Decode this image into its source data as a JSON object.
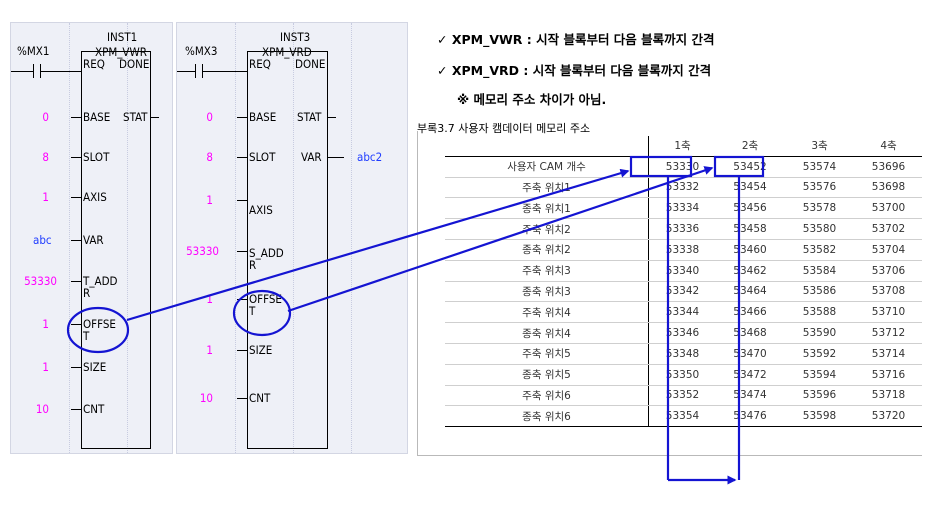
{
  "notes": [
    "✓ XPM_VWR : 시작 블록부터 다음 블록까지 간격",
    "✓ XPM_VRD : 시작 블록부터 다음 블록까지 간격",
    "※ 메모리 주소 차이가 아님."
  ],
  "ladder1": {
    "instance": "INST1",
    "contact": "%MX1",
    "fb_name": "XPM_VWR",
    "req": "REQ",
    "done": "DONE",
    "inputs": [
      {
        "name": "BASE",
        "value": "0"
      },
      {
        "name": "SLOT",
        "value": "8"
      },
      {
        "name": "AXIS",
        "value": "1"
      },
      {
        "name": "VAR",
        "value": "abc"
      },
      {
        "name": "T_ADD",
        "name2": "R",
        "value": "53330"
      },
      {
        "name": "OFFSE",
        "name2": "T",
        "value": "1"
      },
      {
        "name": "SIZE",
        "value": "1"
      },
      {
        "name": "CNT",
        "value": "10"
      }
    ],
    "outputs": [
      {
        "name": "STAT"
      }
    ]
  },
  "ladder2": {
    "instance": "INST3",
    "contact": "%MX3",
    "fb_name": "XPM_VRD",
    "req": "REQ",
    "done": "DONE",
    "inputs": [
      {
        "name": "BASE",
        "value": "0"
      },
      {
        "name": "SLOT",
        "value": "8"
      },
      {
        "name": "AXIS",
        "value": "1"
      },
      {
        "name": "S_ADD",
        "name2": "R",
        "value": "53330"
      },
      {
        "name": "OFFSE",
        "name2": "T",
        "value": "1"
      },
      {
        "name": "SIZE",
        "value": "1"
      },
      {
        "name": "CNT",
        "value": "10"
      }
    ],
    "outputs": [
      {
        "name": "STAT"
      },
      {
        "name": "VAR",
        "value": "abc2"
      }
    ]
  },
  "table": {
    "caption": "부록3.7 사용자 캠데이터 메모리 주소",
    "headers": [
      "",
      "1축",
      "2축",
      "3축",
      "4축"
    ],
    "rows": [
      [
        "사용자 CAM 개수",
        "53330",
        "53452",
        "53574",
        "53696"
      ],
      [
        "주축 위치1",
        "53332",
        "53454",
        "53576",
        "53698"
      ],
      [
        "종축 위치1",
        "53334",
        "53456",
        "53578",
        "53700"
      ],
      [
        "주축 위치2",
        "53336",
        "53458",
        "53580",
        "53702"
      ],
      [
        "종축 위치2",
        "53338",
        "53460",
        "53582",
        "53704"
      ],
      [
        "주축 위치3",
        "53340",
        "53462",
        "53584",
        "53706"
      ],
      [
        "종축 위치3",
        "53342",
        "53464",
        "53586",
        "53708"
      ],
      [
        "주축 위치4",
        "53344",
        "53466",
        "53588",
        "53710"
      ],
      [
        "종축 위치4",
        "53346",
        "53468",
        "53590",
        "53712"
      ],
      [
        "주축 위치5",
        "53348",
        "53470",
        "53592",
        "53714"
      ],
      [
        "종축 위치5",
        "53350",
        "53472",
        "53594",
        "53716"
      ],
      [
        "주축 위치6",
        "53352",
        "53474",
        "53596",
        "53718"
      ],
      [
        "종축 위치6",
        "53354",
        "53476",
        "53598",
        "53720"
      ]
    ]
  },
  "colors": {
    "annotation": "#1414d2",
    "value_text": "#ff00ff",
    "output_text": "#1f3cff",
    "panel_bg": "#eef0f7"
  }
}
